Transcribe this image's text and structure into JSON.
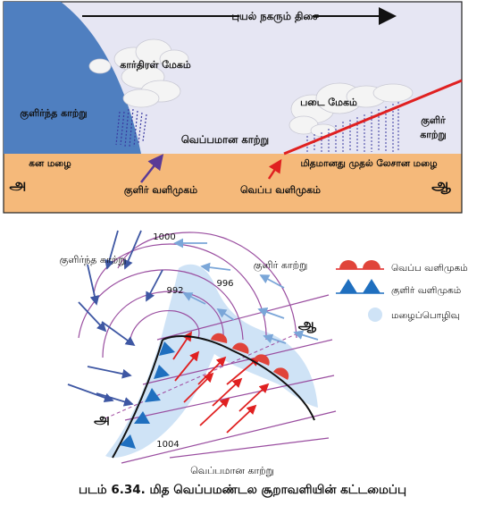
{
  "top_panel": {
    "direction_label": "புயல் நகரும் திசை",
    "cloud_nimbostratus": "கார்திரள் மேகம்",
    "cold_air_left": "குளிர்ந்த காற்று",
    "warm_air_mid": "வெப்பமான காற்று",
    "cloud_stratus": "படை மேகம்",
    "cold_air_right_1": "குளிர்",
    "cold_air_right_2": "காற்று",
    "heavy_rain": "கன மழை",
    "moderate_rain": "மிதமானது முதல் லேசான மழை",
    "point_a": "அ",
    "point_aa": "ஆ",
    "cold_front_label": "குளிர் வளிமுகம்",
    "warm_front_label": "வெப்ப வளிமுகம்"
  },
  "bottom_panel": {
    "isobar_1000": "1000",
    "isobar_992": "992",
    "isobar_996": "996",
    "isobar_1004": "1004",
    "cold_air_left": "குளிர்ந்த காற்று",
    "cold_air_right": "குளிர் காற்று",
    "warm_air": "வெப்பமான காற்று",
    "point_a": "அ",
    "point_aa": "ஆ"
  },
  "legend": {
    "warm_front": "வெப்ப வளிமுகம்",
    "cold_front": "குளிர் வளிமுகம்",
    "precipitation": "மழைப்பொழிவு"
  },
  "caption": "படம் 6.34. மித வெப்பமண்டல சூறாவளியின் கட்டமைப்பு",
  "colors": {
    "sky": "#e6e6f3",
    "ground": "#f5b97a",
    "cold_air_mass": "#4f7fc0",
    "warm_front": "#e02020",
    "cold_front": "#1f6fbf",
    "warm_front_lobe": "#e0443a",
    "rain": "#3a3aa0",
    "isobar": "#9a4ea0",
    "precip_area": "#cfe3f6"
  }
}
